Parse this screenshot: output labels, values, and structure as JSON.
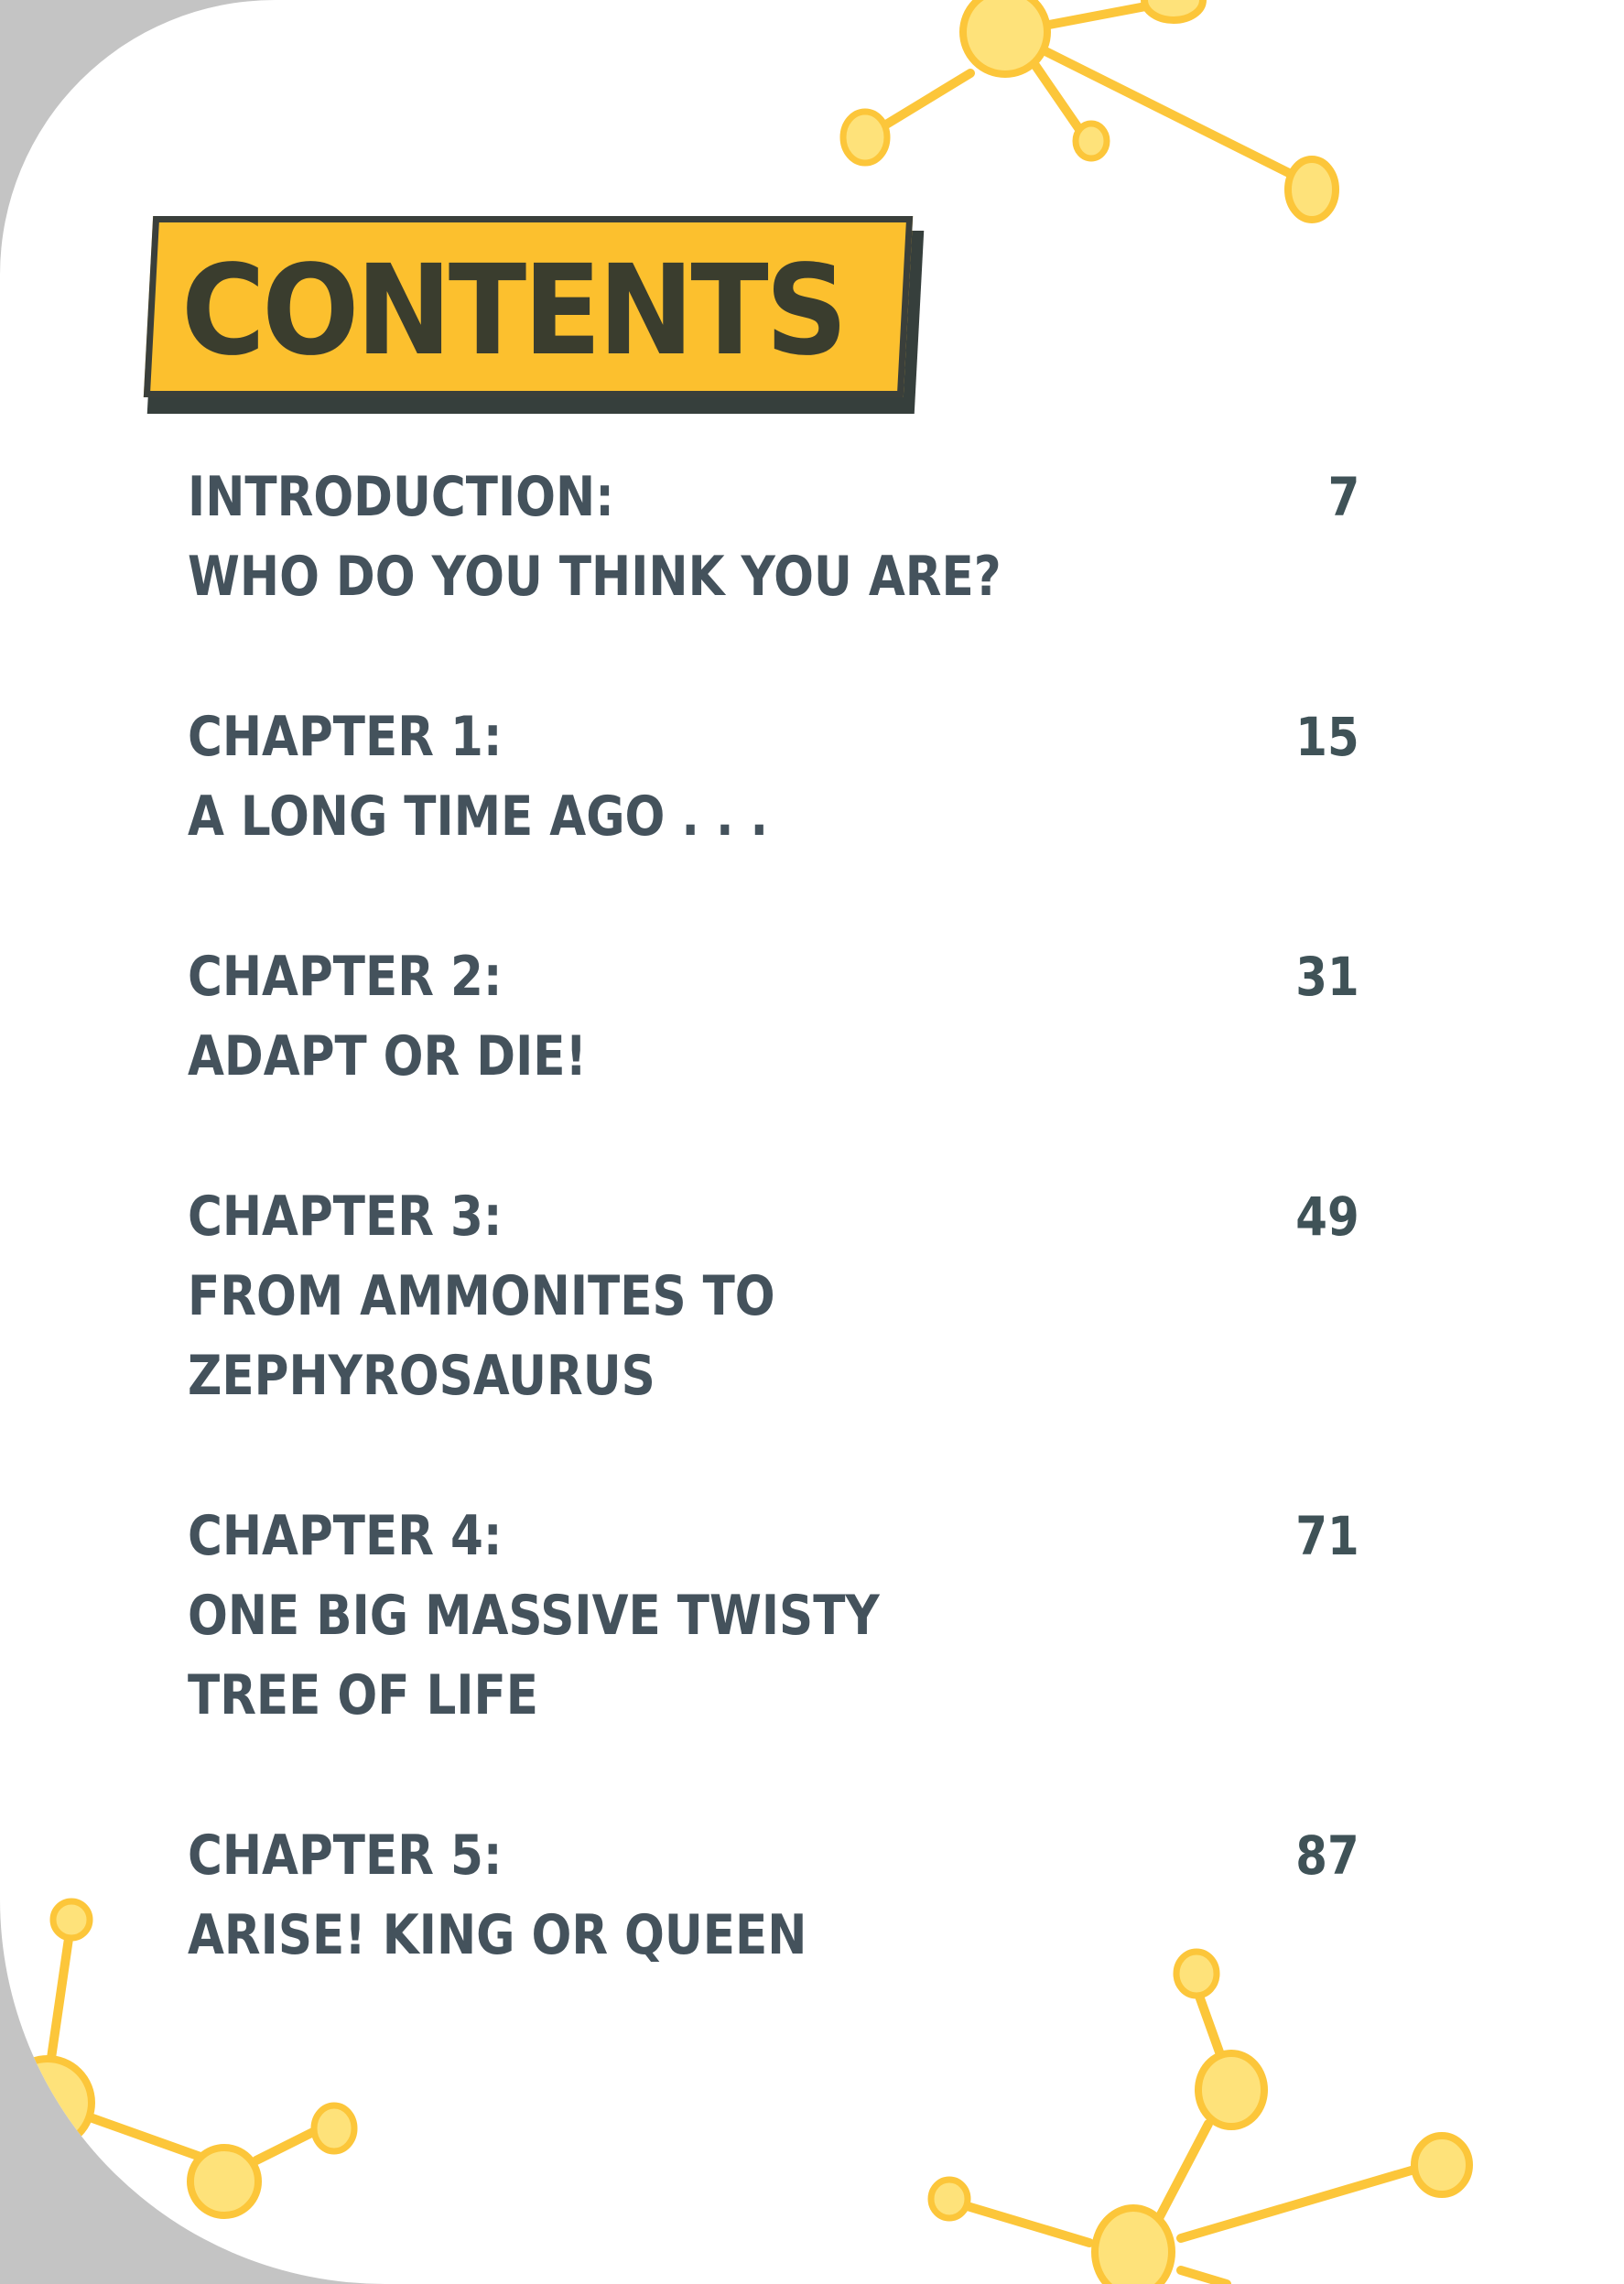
{
  "page": {
    "title": "CONTENTS",
    "colors": {
      "banner_fill": "#fcc02e",
      "banner_border": "#3a3f3b",
      "title_text": "#3a3d2e",
      "entry_text": "#44525c",
      "page_number": "#3f5257",
      "molecule": "#fdd64a",
      "molecule_edge": "#fcc63a",
      "background_corner": "#c4c4c4"
    }
  },
  "toc": {
    "entries": [
      {
        "label": "INTRODUCTION:",
        "title_lines": [
          "WHO DO YOU THINK YOU ARE?"
        ],
        "page": "7"
      },
      {
        "label": "CHAPTER 1:",
        "title_lines": [
          "A LONG TIME AGO . . ."
        ],
        "page": "15"
      },
      {
        "label": "CHAPTER 2:",
        "title_lines": [
          "ADAPT OR DIE!"
        ],
        "page": "31"
      },
      {
        "label": "CHAPTER 3:",
        "title_lines": [
          "FROM AMMONITES TO",
          "ZEPHYROSAURUS"
        ],
        "page": "49"
      },
      {
        "label": "CHAPTER 4:",
        "title_lines": [
          "ONE BIG MASSIVE TWISTY",
          "TREE OF LIFE"
        ],
        "page": "71"
      },
      {
        "label": "CHAPTER 5:",
        "title_lines": [
          "ARISE! KING OR QUEEN"
        ],
        "page": "87"
      }
    ]
  },
  "decorations": {
    "icons": [
      "molecule-icon-top",
      "molecule-icon-bottom-left",
      "molecule-icon-bottom-right"
    ]
  }
}
